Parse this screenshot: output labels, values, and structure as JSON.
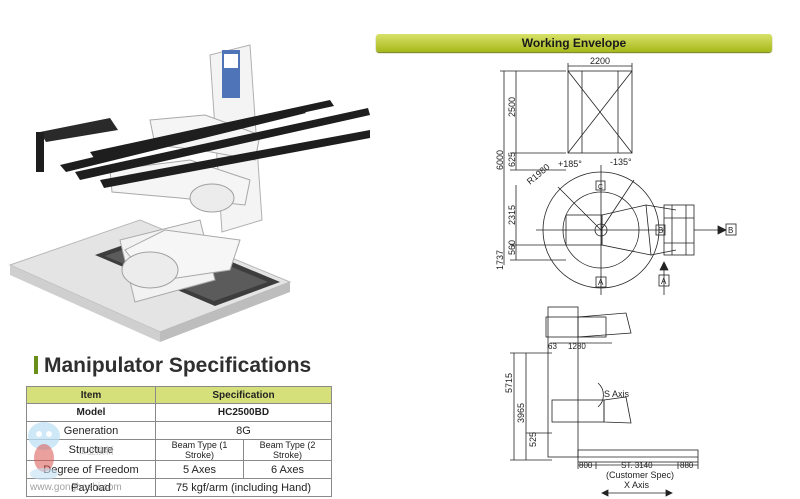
{
  "working_envelope": {
    "title": "Working Envelope"
  },
  "diagram": {
    "dims": {
      "top_width": "2200",
      "d2500": "2500",
      "d6000": "6000",
      "d625": "625",
      "d2315": "2315",
      "d560": "560",
      "d1737": "1737",
      "r1980": "R1980",
      "angle_pos": "+185°",
      "angle_neg": "-135°",
      "d5715": "5715",
      "d3965": "3965",
      "d525": "525",
      "d63": "63",
      "d1280": "1280",
      "d800": "800",
      "st": "ST. 3140",
      "d880": "880",
      "customer_spec": "(Customer Spec)",
      "x_axis": "X Axis",
      "s_axis": "S Axis",
      "label_a": "A",
      "label_b": "B",
      "label_c": "C",
      "label_b2": "B"
    }
  },
  "specs": {
    "title": "Manipulator Specifications",
    "header": {
      "item": "Item",
      "spec": "Specification"
    },
    "rows": {
      "model": {
        "label": "Model",
        "value": "HC2500BD"
      },
      "generation": {
        "label": "Generation",
        "value": "8G"
      },
      "structure": {
        "label": "Structure",
        "v1": "Beam Type (1 Stroke)",
        "v2": "Beam Type (2 Stroke)"
      },
      "dof": {
        "label": "Degree of Freedom",
        "v1": "5 Axes",
        "v2": "6 Axes"
      },
      "payload": {
        "label": "Payload",
        "value": "75 kgf/arm (including Hand)"
      }
    }
  },
  "watermark": {
    "line1": "工业搜新",
    "url": "www.gongboshi.com"
  },
  "colors": {
    "banner": "#c4d23a",
    "header_row": "#d6e07a",
    "accent": "#6a8e1a"
  }
}
